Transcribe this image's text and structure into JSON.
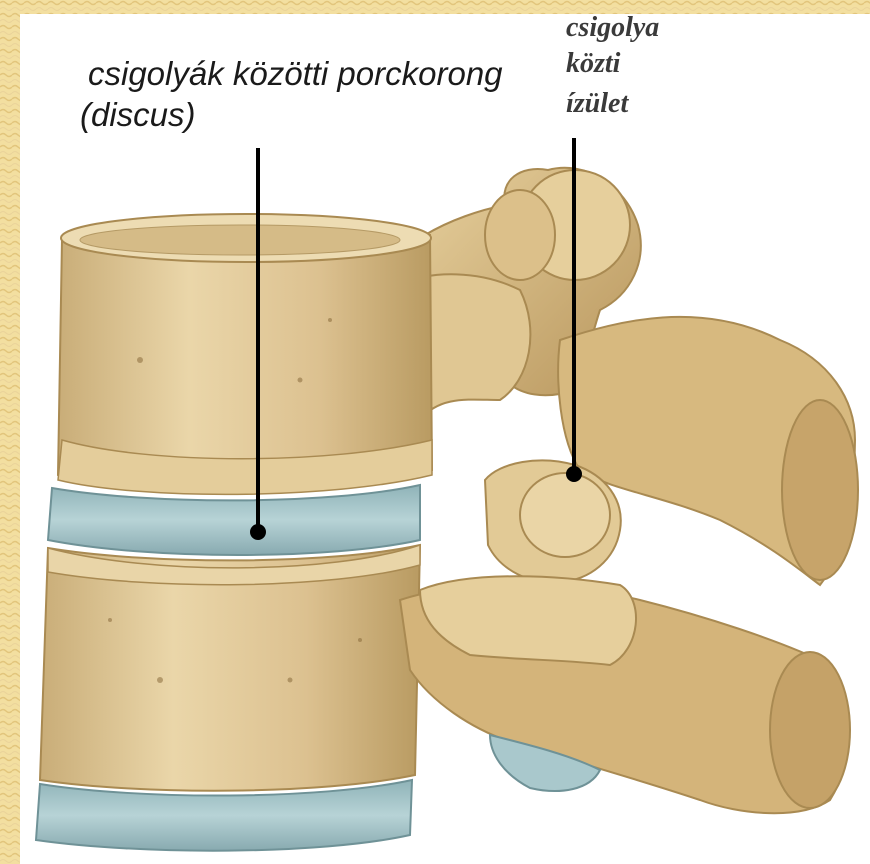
{
  "labels": {
    "disc": {
      "line1": "csigolyák közötti porckorong",
      "line2": "(discus)"
    },
    "facet_joint": {
      "line1": "csigolya",
      "line2": "közti",
      "line3": "ízület"
    }
  },
  "colors": {
    "background": "#f3dfa0",
    "panel": "#ffffff",
    "bone": "#e8d3a3",
    "bone_shadow": "#b99b62",
    "disc": "#a9c8cc",
    "leader_line": "#000000"
  }
}
